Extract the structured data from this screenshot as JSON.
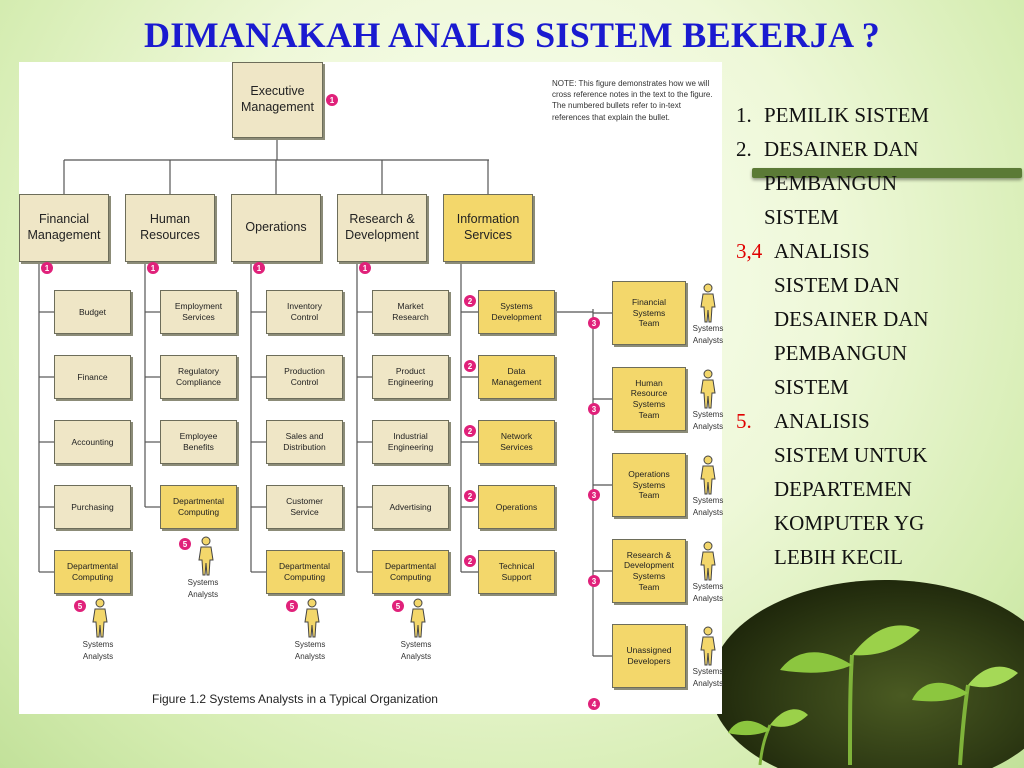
{
  "slide": {
    "title": "DIMANAKAH ANALIS SISTEM BEKERJA ?"
  },
  "figure": {
    "note": "NOTE: This figure demonstrates how we will cross reference notes in the text to the figure. The numbered bullets refer to in-text references that explain the bullet.",
    "caption": "Figure 1.2 Systems Analysts in a Typical Organization",
    "top_box": "Executive\nManagement",
    "departments": [
      "Financial\nManagement",
      "Human\nResources",
      "Operations",
      "Research &\nDevelopment",
      "Information\nServices"
    ],
    "sub_units": [
      [
        "Budget",
        "Finance",
        "Accounting",
        "Purchasing",
        "Departmental\nComputing"
      ],
      [
        "Employment\nServices",
        "Regulatory\nCompliance",
        "Employee\nBenefits",
        "Departmental\nComputing"
      ],
      [
        "Inventory\nControl",
        "Production\nControl",
        "Sales and\nDistribution",
        "Customer\nService",
        "Departmental\nComputing"
      ],
      [
        "Market\nResearch",
        "Product\nEngineering",
        "Industrial\nEngineering",
        "Advertising",
        "Departmental\nComputing"
      ],
      [
        "Systems\nDevelopment",
        "Data\nManagement",
        "Network\nServices",
        "Operations",
        "Technical\nSupport"
      ]
    ],
    "teams": [
      "Financial\nSystems\nTeam",
      "Human\nResource\nSystems\nTeam",
      "Operations\nSystems\nTeam",
      "Research &\nDevelopment\nSystems\nTeam",
      "Unassigned\nDevelopers"
    ],
    "analyst_label": "Systems\nAnalysts",
    "bullets": [
      "1",
      "2",
      "3",
      "4",
      "5"
    ]
  },
  "list": {
    "items": [
      {
        "num": "1.",
        "num_red": false,
        "text": "PEMILIK SISTEM"
      },
      {
        "num": "2.",
        "num_red": false,
        "text": "DESAINER DAN\nPEMBANGUN\nSISTEM"
      },
      {
        "num": "3,4",
        "num_red": true,
        "text": "ANALISIS\nSISTEM DAN\nDESAINER DAN\nPEMBANGUN\nSISTEM"
      },
      {
        "num": "5.",
        "num_red": true,
        "text": "ANALISIS\nSISTEM UNTUK\nDEPARTEMEN\nKOMPUTER YG\nLEBIH KECIL"
      }
    ]
  },
  "colors": {
    "title": "#1a1ad0",
    "bullet": "#e0217a",
    "yellow_box": "#f3d76b",
    "beige_box": "#efe6c6",
    "list_red": "#e00000"
  }
}
